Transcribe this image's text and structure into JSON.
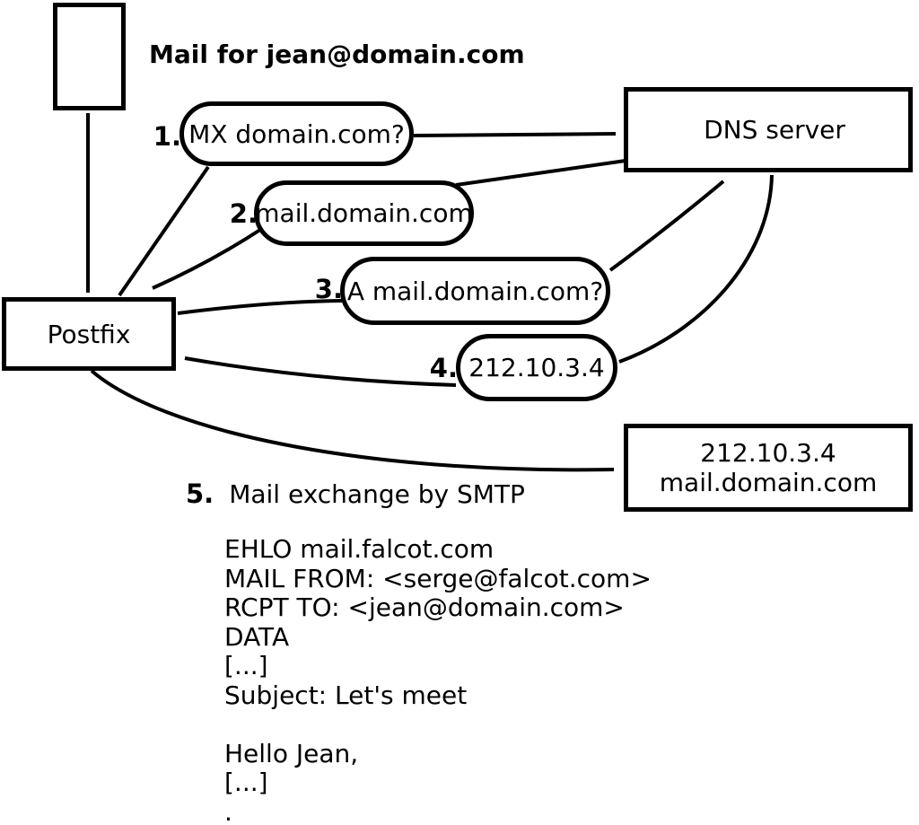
{
  "title_label": "Mail for jean@domain.com",
  "nodes": {
    "postfix": "Postfix",
    "dns_server": "DNS server",
    "destination": {
      "ip": "212.10.3.4",
      "host": "mail.domain.com"
    }
  },
  "steps": [
    {
      "num": "1.",
      "label": "MX domain.com?"
    },
    {
      "num": "2.",
      "label": "mail.domain.com"
    },
    {
      "num": "3.",
      "label": "A mail.domain.com?"
    },
    {
      "num": "4.",
      "label": "212.10.3.4"
    },
    {
      "num": "5.",
      "label": "Mail exchange by SMTP"
    }
  ],
  "smtp_session": [
    "EHLO mail.falcot.com",
    "MAIL FROM: <serge@falcot.com>",
    "RCPT TO: <jean@domain.com>",
    "DATA",
    "[...]",
    "Subject: Let's meet",
    "",
    "Hello Jean,",
    "[...]",
    "."
  ],
  "colors": {
    "ink": "#000000",
    "background": "#ffffff"
  }
}
